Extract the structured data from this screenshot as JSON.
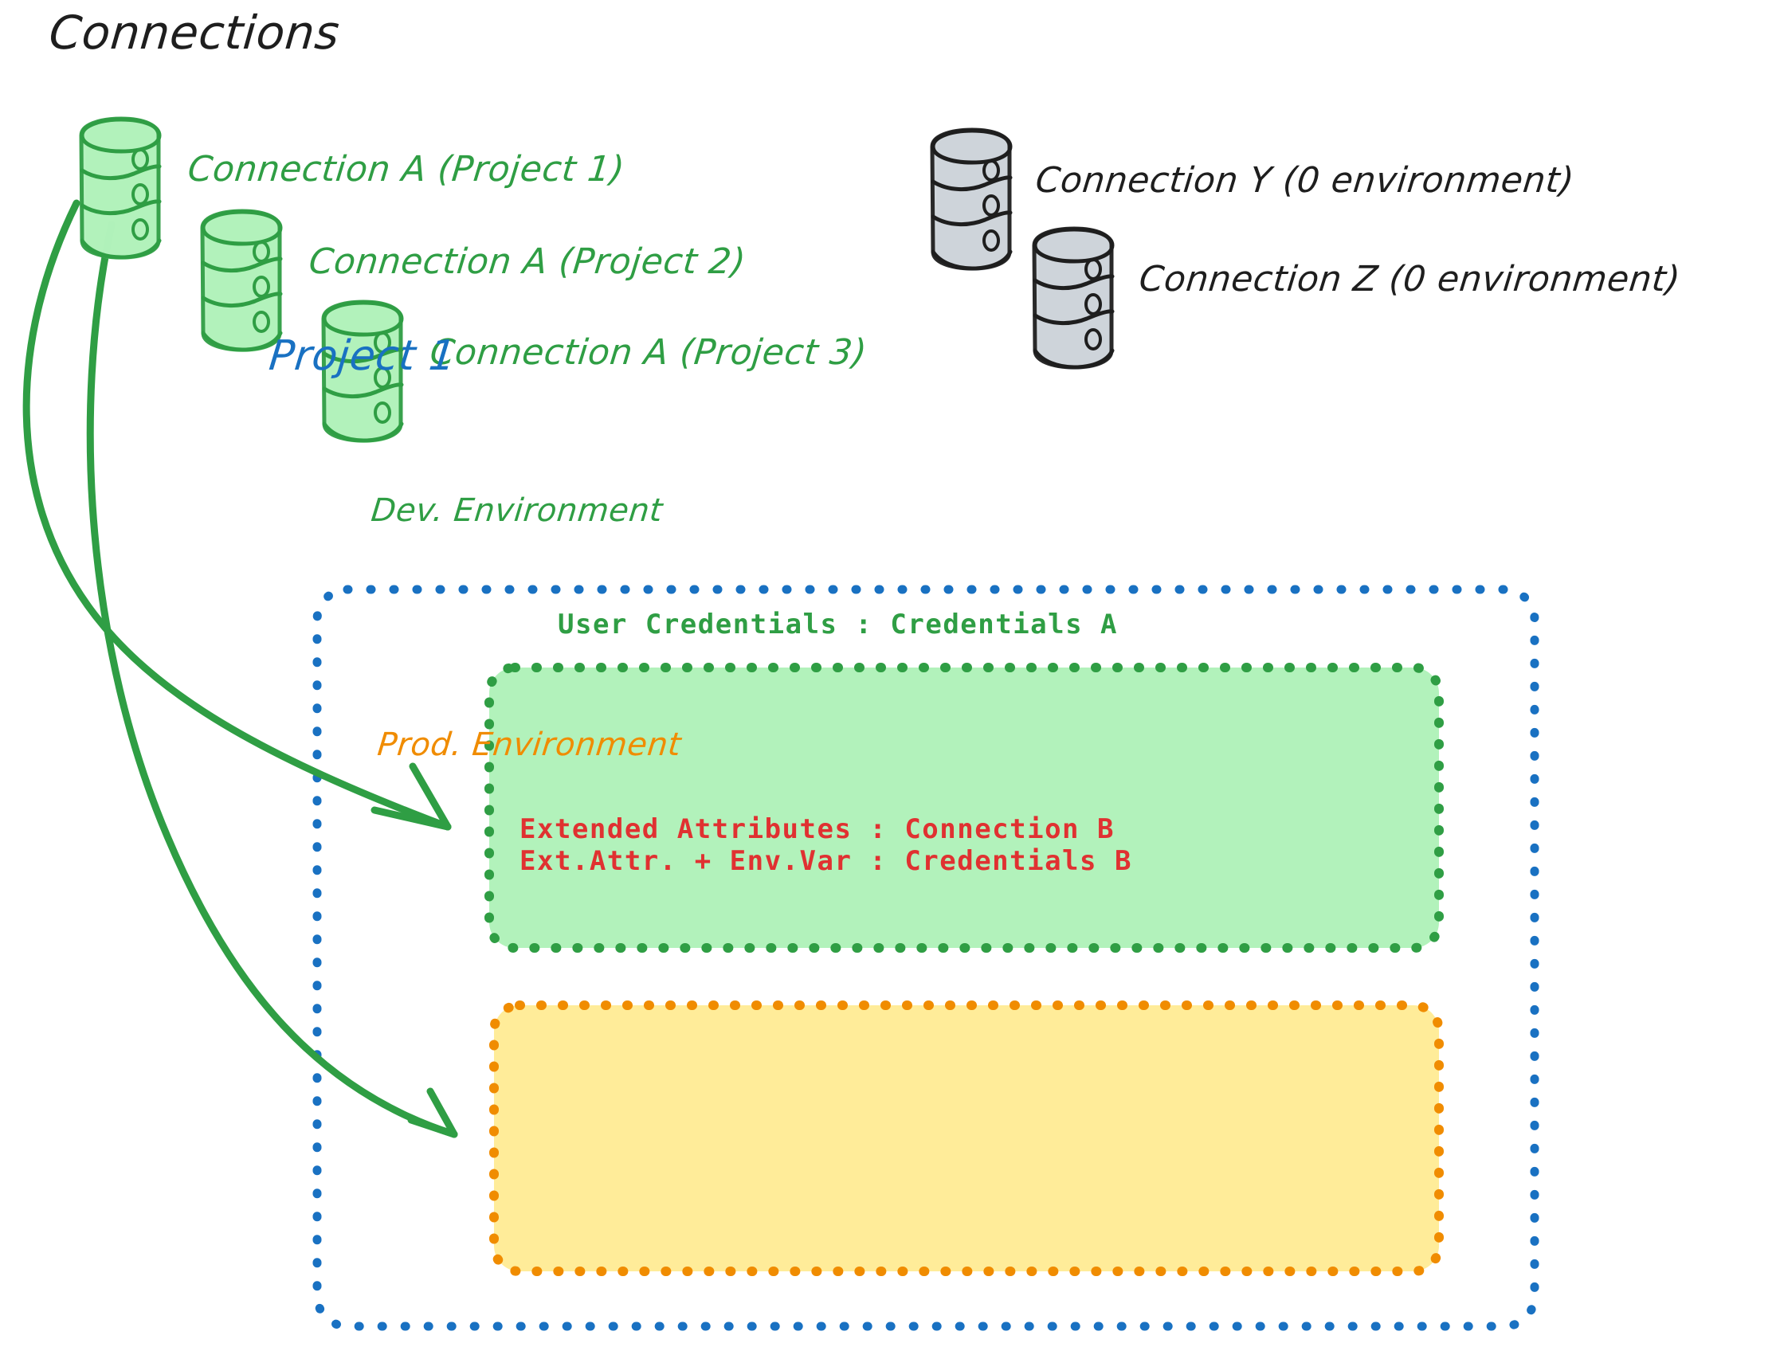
{
  "diagram": {
    "title": "Connections",
    "title_color": "#1e1e1e",
    "background": "#ffffff"
  },
  "connections": {
    "green_items": [
      {
        "label": "Connection A (Project 1)",
        "color": "#2f9e44",
        "icon": "database-icon"
      },
      {
        "label": "Connection A (Project 2)",
        "color": "#2f9e44",
        "icon": "database-icon"
      },
      {
        "label": "Connection A (Project 3)",
        "color": "#2f9e44",
        "icon": "database-icon"
      }
    ],
    "grey_items": [
      {
        "label": "Connection Y (0 environment)",
        "color": "#1e1e1e",
        "icon": "database-icon"
      },
      {
        "label": "Connection Z (0 environment)",
        "color": "#1e1e1e",
        "icon": "database-icon"
      }
    ]
  },
  "project": {
    "title": "Project 1",
    "title_color": "#1971c2",
    "border_color": "#1971c2",
    "environments": [
      {
        "name": "Dev. Environment",
        "fill": "#b2f2bb",
        "stroke": "#2f9e44",
        "title_color": "#2f9e44",
        "details": [
          "User Credentials : Credentials A"
        ],
        "detail_color": "#2f9e44"
      },
      {
        "name": "Prod. Environment",
        "fill": "#ffec99",
        "stroke": "#f08c00",
        "title_color": "#f08c00",
        "details": [
          "Extended Attributes : Connection B",
          "Ext.Attr. + Env.Var : Credentials B"
        ],
        "detail_color": "#e03131"
      }
    ]
  },
  "arrows": {
    "color": "#2f9e44",
    "items": [
      {
        "from": "Connection A (Project 1)",
        "to": "Dev. Environment"
      },
      {
        "from": "Connection A (Project 1)",
        "to": "Prod. Environment"
      }
    ]
  }
}
